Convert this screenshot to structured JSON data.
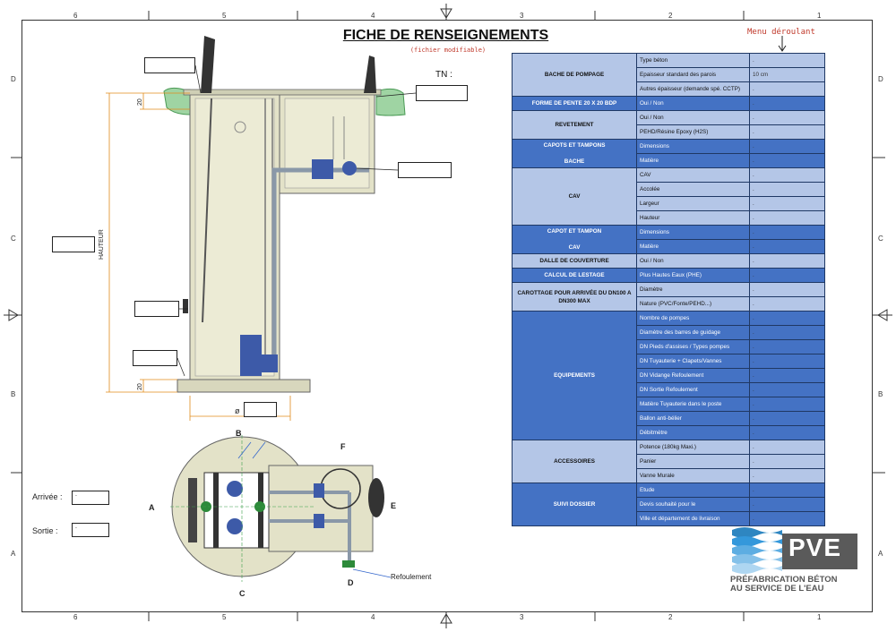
{
  "document": {
    "title": "FICHE DE RENSEIGNEMENTS",
    "subtitle": "(fichier modifiable)",
    "menu_hint": "Menu déroulant",
    "tn_label": "TN :"
  },
  "frame": {
    "col_numbers": [
      "6",
      "5",
      "4",
      "3",
      "2",
      "1"
    ],
    "row_letters": [
      "D",
      "C",
      "B",
      "A"
    ]
  },
  "drawing": {
    "dim_top": "20",
    "dim_bottom": "20",
    "hauteur": "HAUTEUR",
    "diameter": "ø",
    "letters": [
      "A",
      "B",
      "C",
      "D",
      "E",
      "F"
    ],
    "refoulement": "Refoulement"
  },
  "side_fields": {
    "arrivee_label": "Arrivée :",
    "arrivee_value": ".",
    "sortie_label": "Sortie :",
    "sortie_value": "."
  },
  "table": {
    "bache": {
      "label": "BACHE DE POMPAGE",
      "rows": [
        {
          "field": "Type béton",
          "value": "."
        },
        {
          "field": "Epaisseur standard des parois",
          "value": "10 cm"
        },
        {
          "field": "Autres épaisseur (demande spé. CCTP)",
          "value": "."
        }
      ]
    },
    "pente": {
      "label": "FORME DE PENTE 20 X 20 BDP",
      "field": "Oui / Non",
      "value": "."
    },
    "revetement": {
      "label": "REVETEMENT",
      "rows": [
        {
          "field": "Oui / Non",
          "value": "."
        },
        {
          "field": "PEHD/Résine Epoxy (H2S)",
          "value": "."
        }
      ]
    },
    "capots_bache": {
      "label1": "CAPOTS ET TAMPONS",
      "label2": "BACHE",
      "rows": [
        {
          "field": "Dimensions",
          "value": "."
        },
        {
          "field": "Matière",
          "value": "."
        }
      ]
    },
    "cav": {
      "label": "CAV",
      "rows": [
        {
          "field": "CAV",
          "value": "."
        },
        {
          "field": "Accolée",
          "value": "."
        },
        {
          "field": "Largeur",
          "value": "."
        },
        {
          "field": "Hauteur",
          "value": "."
        }
      ]
    },
    "capot_cav": {
      "label1": "CAPOT ET TAMPON",
      "label2": "CAV",
      "rows": [
        {
          "field": "Dimensions",
          "value": "."
        },
        {
          "field": "Matière",
          "value": "."
        }
      ]
    },
    "dalle": {
      "label": "DALLE DE COUVERTURE",
      "field": "Oui / Non",
      "value": "."
    },
    "lestage": {
      "label": "CALCUL DE LESTAGE",
      "field": "Plus Hautes Eaux (PHE)",
      "value": "."
    },
    "carottage": {
      "label": "CAROTTAGE POUR ARRIVÉE DU DN100 A DN300 MAX",
      "rows": [
        {
          "field": "Diamètre",
          "value": "."
        },
        {
          "field": "Nature (PVC/Fonte/PEHD...)",
          "value": "."
        }
      ]
    },
    "equipements": {
      "label": "EQUIPEMENTS",
      "rows": [
        {
          "field": "Nombre de pompes",
          "value": "."
        },
        {
          "field": "Diamètre des barres de guidage",
          "value": "."
        },
        {
          "field": "DN Pieds d'assises / Types pompes",
          "value": "."
        },
        {
          "field": "DN Tuyauterie + Clapets/Vannes",
          "value": "."
        },
        {
          "field": "DN Vidange Refoulement",
          "value": "."
        },
        {
          "field": "DN Sortie Refoulement",
          "value": "."
        },
        {
          "field": "Matière Tuyauterie dans le poste",
          "value": "."
        },
        {
          "field": "Ballon anti-bélier",
          "value": "."
        },
        {
          "field": "Débitmètre",
          "value": "."
        }
      ]
    },
    "accessoires": {
      "label": "ACCESSOIRES",
      "rows": [
        {
          "field": "Potence (180kg Maxi.)",
          "value": "."
        },
        {
          "field": "Panier",
          "value": "."
        },
        {
          "field": "Vanne Murale",
          "value": "."
        }
      ]
    },
    "suivi": {
      "label": "SUIVI DOSSIER",
      "rows": [
        {
          "field": "Etude",
          "value": "."
        },
        {
          "field": "Devis souhaité pour le",
          "value": "."
        },
        {
          "field": "Ville et département de livraison",
          "value": "."
        }
      ]
    }
  },
  "logo": {
    "brand": "PVE",
    "line1": "PRÉFABRICATION BÉTON",
    "line2": "AU SERVICE DE L'EAU"
  },
  "colors": {
    "dark_cell": "#4472c4",
    "light_cell": "#b4c6e7",
    "red_note": "#c0392b",
    "concrete": "#e3e2c8",
    "pump_blue": "#3d5aa8"
  }
}
